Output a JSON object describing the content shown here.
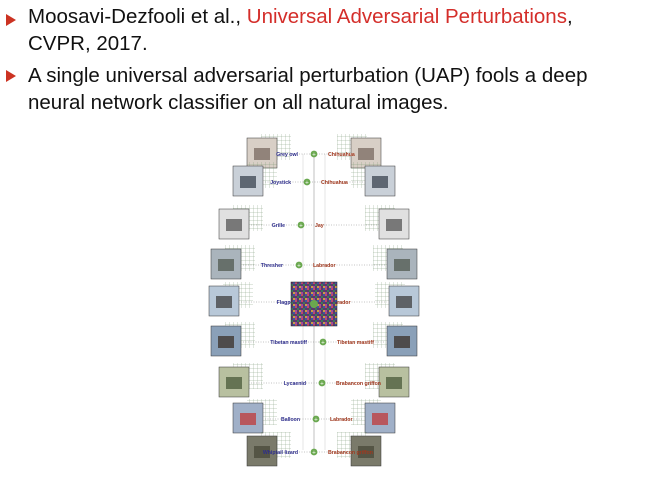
{
  "bullets": [
    {
      "prefix": "Moosavi-Dezfooli et al., ",
      "link": "Universal Adversarial Perturbations",
      "suffix": ",",
      "line2": "CVPR, 2017."
    },
    {
      "line1": "A single universal adversarial perturbation (UAP) fools a deep",
      "line2": "neural network classifier on all natural images."
    }
  ],
  "figure": {
    "left_labels": [
      "Grey owl",
      "Joystick",
      "Grille",
      "Thresher",
      "Flagpole",
      "Tibetan mastiff",
      "Lycaenid",
      "Balloon",
      "Whiptail lizard"
    ],
    "right_labels": [
      "Chihuahua",
      "Chihuahua",
      "Jay",
      "Labrador",
      "Labrador",
      "Tibetan mastiff",
      "Brabancon griffon",
      "Labrador",
      "Brabancon griffon"
    ]
  },
  "colors": {
    "accent": "#d42e2a",
    "marker": "#cc3322",
    "left_label": "#2e2e8c",
    "right_label": "#a0381e",
    "node": "#6aa84f"
  }
}
